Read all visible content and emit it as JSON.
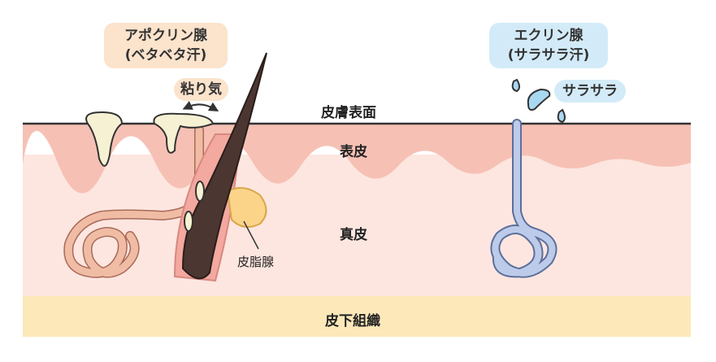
{
  "apocrine": {
    "title": "アポクリン腺",
    "subtitle": "(ベタベタ汗)",
    "note": "粘り気"
  },
  "eccrine": {
    "title": "エクリン腺",
    "subtitle": "(サラサラ汗)",
    "note": "サラサラ"
  },
  "layers": {
    "surface": "皮膚表面",
    "epidermis": "表皮",
    "dermis": "真皮",
    "subcutis": "皮下組織"
  },
  "sebaceous": "皮脂腺",
  "colors": {
    "epidermis": "#f6c1b4",
    "dermis": "#fde6e0",
    "subcutis": "#fce8b8",
    "apocrine": "#f0bca4",
    "eccrine": "#bccbea",
    "hair": "#4b3631",
    "sebum": "#fbd489",
    "apocrine_bubble": "#fbe3cc",
    "eccrine_bubble": "#d3ebf8"
  }
}
